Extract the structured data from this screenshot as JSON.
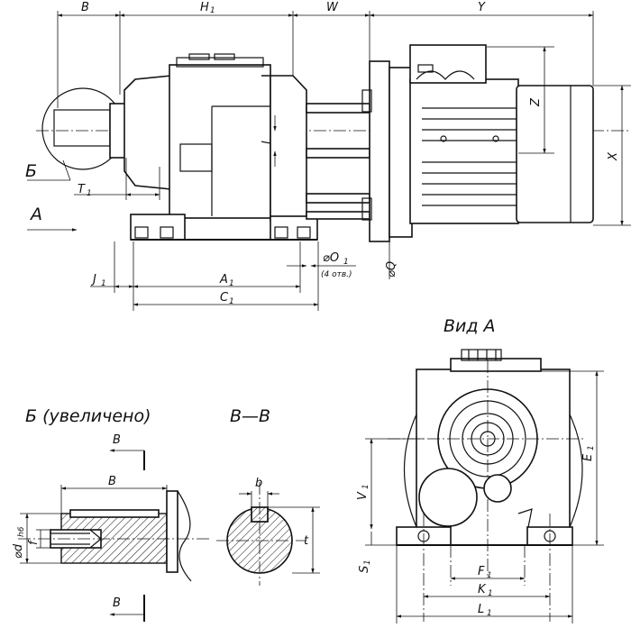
{
  "dimensions_top": {
    "B": "B",
    "H1": "H",
    "H1_sub": "1",
    "W": "W",
    "Y": "Y",
    "Z": "Z",
    "X": "X",
    "I": "I",
    "T1": "T",
    "T1_sub": "1",
    "B_cyr": "Б",
    "A": "A",
    "J1": "J",
    "J1_sub": "1",
    "A1": "A",
    "A1_sub": "1",
    "C1": "C",
    "C1_sub": "1",
    "O1": "⌀O",
    "O1_sub": "1",
    "O1_holes": "(4 отв.)",
    "Q": "⌀Q"
  },
  "view_a": {
    "title": "Вид  А",
    "E1": "E",
    "E1_sub": "1",
    "V1": "V",
    "V1_sub": "1",
    "S1": "S",
    "S1_sub": "1",
    "F1": "F",
    "F1_sub": "1",
    "K1": "K",
    "K1_sub": "1",
    "L1": "L",
    "L1_sub": "1"
  },
  "detail_b": {
    "title": "Б  (увеличено)",
    "B_top": "B",
    "B_bottom": "B",
    "B_width": "B",
    "d": "⌀d",
    "d_sub": "h6",
    "f": "f"
  },
  "section_bb": {
    "title": "B—B",
    "b": "b",
    "t": "t"
  }
}
